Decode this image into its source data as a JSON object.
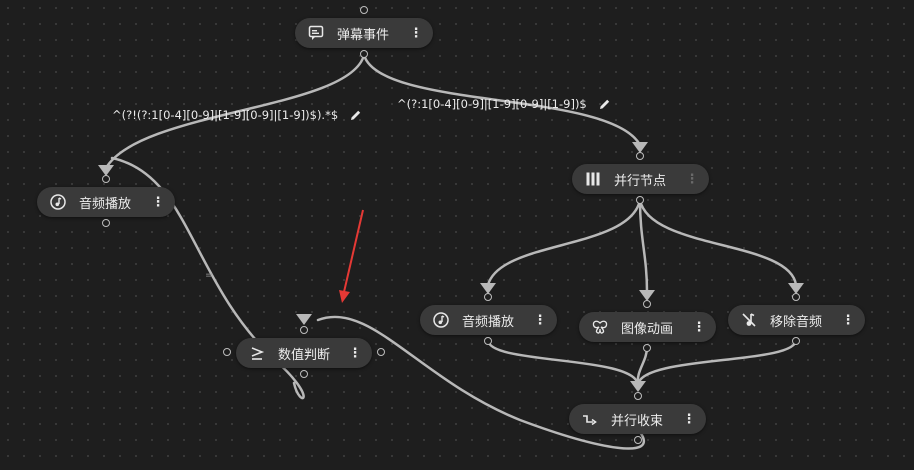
{
  "nodes": {
    "danmu_event": {
      "label": "弹幕事件",
      "icon": "comment-icon"
    },
    "audio_play_left": {
      "label": "音频播放",
      "icon": "music-note-icon"
    },
    "parallel_node": {
      "label": "并行节点",
      "icon": "parallel-bars-icon"
    },
    "value_judge": {
      "label": "数值判断",
      "icon": "greater-equal-icon"
    },
    "audio_play_right": {
      "label": "音频播放",
      "icon": "music-note-icon"
    },
    "image_anim": {
      "label": "图像动画",
      "icon": "butterfly-icon"
    },
    "remove_audio": {
      "label": "移除音频",
      "icon": "mute-icon"
    },
    "parallel_close": {
      "label": "并行收束",
      "icon": "step-icon"
    }
  },
  "edges": {
    "left_condition": "^(?!(?:1[0-4][0-9]|[1-9][0-9]|[1-9])$).*$",
    "right_condition": "^(?:1[0-4][0-9]|[1-9][0-9]|[1-9])$",
    "equals_mark": "="
  },
  "colors": {
    "background": "#1e1e1e",
    "node": "#3a3a3a",
    "edge": "#b8b8b8",
    "annotation_arrow": "#e53935"
  }
}
